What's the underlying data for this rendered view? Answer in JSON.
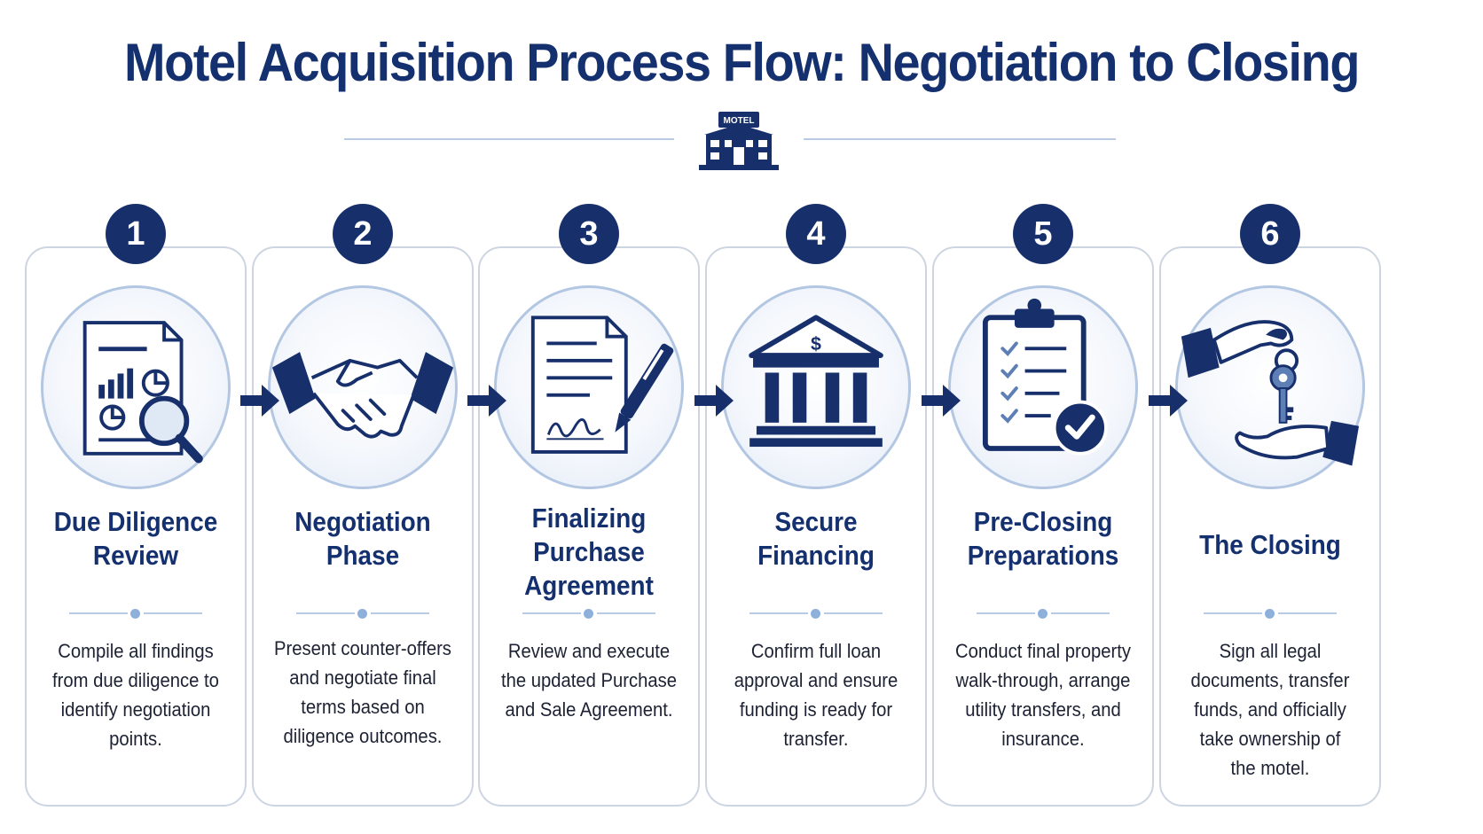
{
  "title": "Motel Acquisition Process Flow: Negotiation to Closing",
  "header_icon": {
    "name": "motel-building-icon",
    "sign_text": "MOTEL"
  },
  "colors": {
    "navy": "#17306c",
    "title": "#14306e",
    "accent_light": "#b3c7e3",
    "card_border": "#cdd5e2"
  },
  "steps": [
    {
      "number": "1",
      "title_lines": [
        "Due Diligence",
        "Review"
      ],
      "icon": "document-analysis-magnifier-icon",
      "description_lines": [
        "Compile all findings",
        "from due diligence to",
        "identify negotiation",
        "points."
      ]
    },
    {
      "number": "2",
      "title_lines": [
        "Negotiation",
        "Phase"
      ],
      "icon": "handshake-icon",
      "description_lines": [
        "Present counter-offers",
        "and negotiate final",
        "terms based on",
        "diligence outcomes."
      ]
    },
    {
      "number": "3",
      "title_lines": [
        "Finalizing",
        "Purchase",
        "Agreement"
      ],
      "icon": "signed-contract-pen-icon",
      "description_lines": [
        "Review and execute",
        "the updated Purchase",
        "and Sale Agreement."
      ]
    },
    {
      "number": "4",
      "title_lines": [
        "Secure",
        "Financing"
      ],
      "icon": "bank-dollar-icon",
      "description_lines": [
        "Confirm full loan",
        "approval and ensure",
        "funding is ready for",
        "transfer."
      ]
    },
    {
      "number": "5",
      "title_lines": [
        "Pre-Closing",
        "Preparations"
      ],
      "icon": "checklist-clipboard-icon",
      "description_lines": [
        "Conduct final property",
        "walk-through, arrange",
        "utility transfers, and",
        "insurance."
      ]
    },
    {
      "number": "6",
      "title_lines": [
        "The Closing"
      ],
      "icon": "key-handover-icon",
      "description_lines": [
        "Sign all legal",
        "documents, transfer",
        "funds, and officially",
        "take ownership of",
        "the motel."
      ]
    }
  ]
}
